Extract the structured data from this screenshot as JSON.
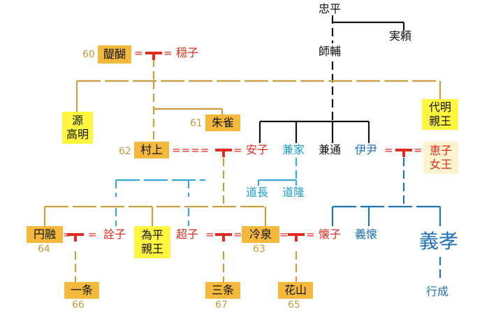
{
  "colors": {
    "gold": "#c9a040",
    "black": "#111111",
    "red": "#e02a1e",
    "lightblue": "#3aa8d8",
    "darkblue": "#1f74b8",
    "box_gold": "#f4b93c",
    "box_yellow": "#fff640",
    "box_pale": "#fdf4cf"
  },
  "people": {
    "tadahira": "忠平",
    "sanenori": "実頼",
    "morosuke": "師輔",
    "daigo": "醍醐",
    "daigo_num": "60",
    "onshi": "穏子",
    "minamoto_takaakira": "源\n高明",
    "suzaku": "朱雀",
    "suzaku_num": "61",
    "yoakira": "代明\n親王",
    "murakami": "村上",
    "murakami_num": "62",
    "anshi": "安子",
    "kaneie": "兼家",
    "kanemichi": "兼通",
    "koretada": "伊尹",
    "keishi": "恵子\n女王",
    "michinaga": "道長",
    "michitaka": "道隆",
    "enyu": "円融",
    "enyu_num": "64",
    "senshi": "詮子",
    "tamehira": "為平\n親王",
    "choshi": "超子",
    "reizei": "冷泉",
    "reizei_num": "63",
    "kaishi": "懐子",
    "yoshichika": "義懐",
    "yoshitaka": "義孝",
    "ichijo": "一条",
    "ichijo_num": "66",
    "sanjo": "三条",
    "sanjo_num": "67",
    "kazan": "花山",
    "kazan_num": "65",
    "yukinari": "行成"
  },
  "marks": {
    "eq": "=",
    "eq_long": "===="
  }
}
